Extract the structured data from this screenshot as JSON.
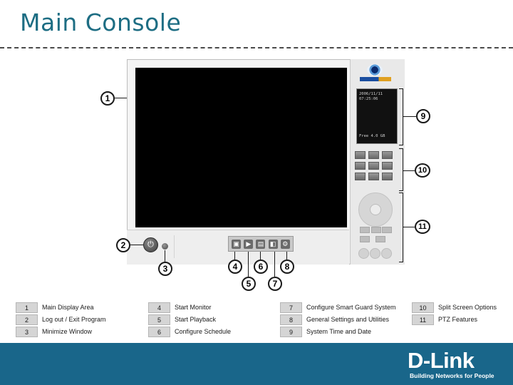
{
  "slide": {
    "title": "Main Console"
  },
  "console": {
    "date": "2006/11/11",
    "time": "07:25:06",
    "free_space": "Free 4.0 GB"
  },
  "callouts": [
    "1",
    "2",
    "3",
    "4",
    "5",
    "6",
    "7",
    "8",
    "9",
    "10",
    "11"
  ],
  "legend": [
    {
      "num": "1",
      "text": "Main Display Area"
    },
    {
      "num": "2",
      "text": "Log out / Exit Program"
    },
    {
      "num": "3",
      "text": "Minimize Window"
    },
    {
      "num": "4",
      "text": "Start Monitor"
    },
    {
      "num": "5",
      "text": "Start Playback"
    },
    {
      "num": "6",
      "text": "Configure Schedule"
    },
    {
      "num": "7",
      "text": "Configure Smart Guard System"
    },
    {
      "num": "8",
      "text": "General Settings and Utilities"
    },
    {
      "num": "9",
      "text": "System Time and Date"
    },
    {
      "num": "10",
      "text": "Split Screen Options"
    },
    {
      "num": "11",
      "text": "PTZ Features"
    }
  ],
  "footer": {
    "brand": "D-Link",
    "tagline": "Building Networks for People",
    "color": "#19668a"
  }
}
